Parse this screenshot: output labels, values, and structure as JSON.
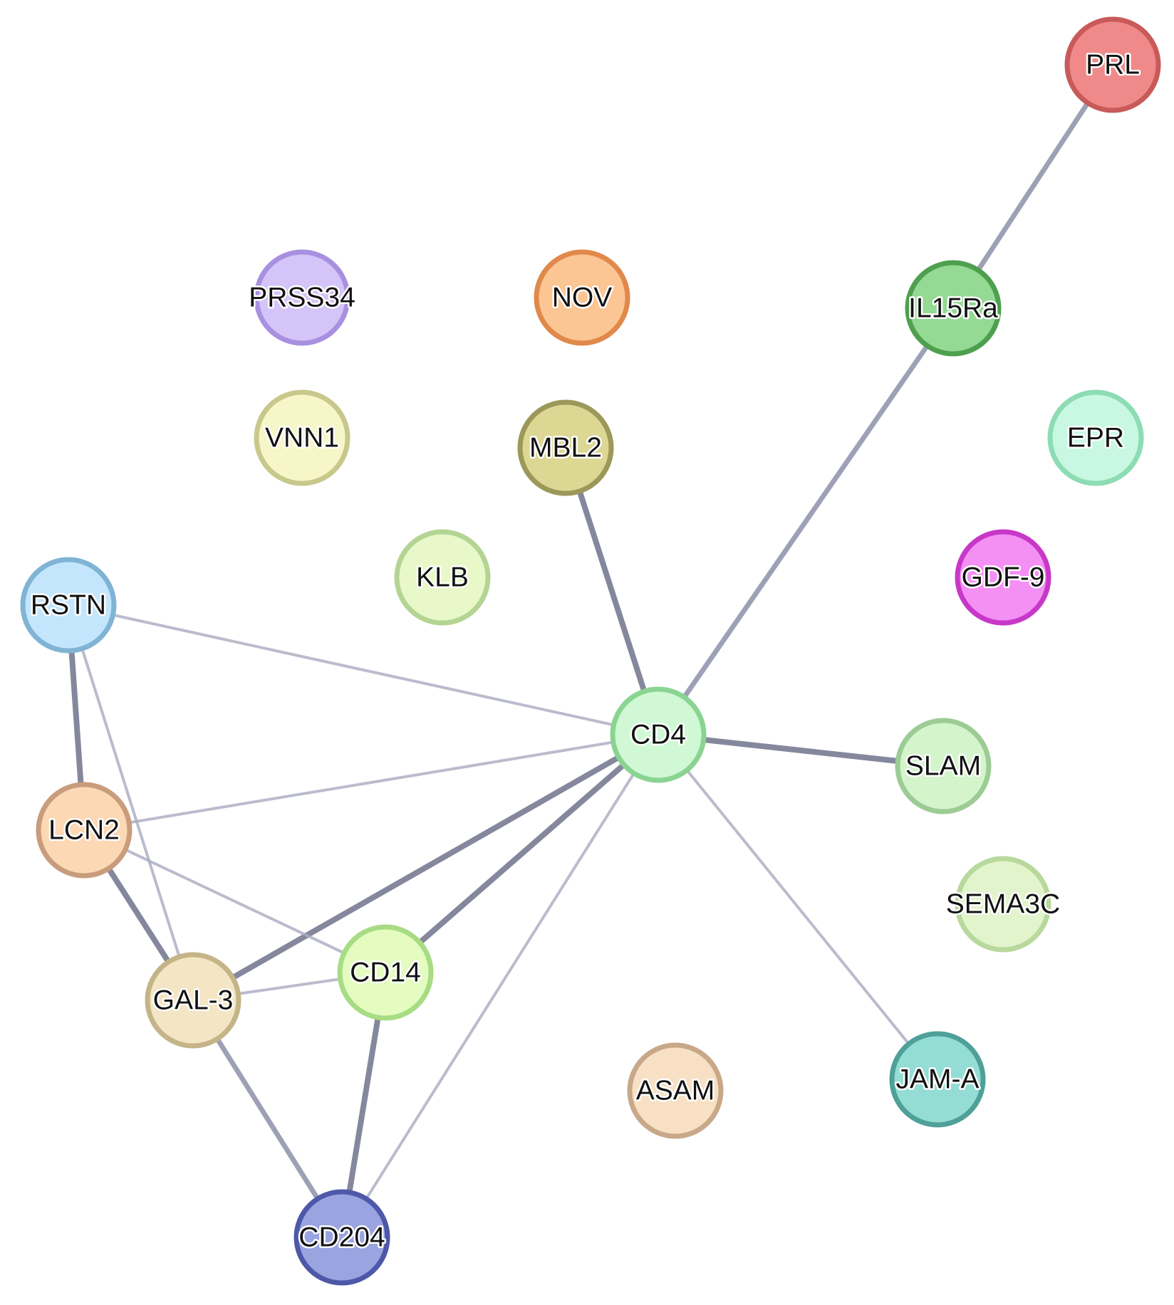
{
  "network": {
    "nodes": [
      {
        "id": "PRL",
        "label": "PRL",
        "fill": "#f08a8a",
        "stroke": "#c85a5a"
      },
      {
        "id": "PRSS34",
        "label": "PRSS34",
        "fill": "#d4c4f8",
        "stroke": "#a890e0"
      },
      {
        "id": "NOV",
        "label": "NOV",
        "fill": "#fcc594",
        "stroke": "#e0894a"
      },
      {
        "id": "IL15Ra",
        "label": "IL15Ra",
        "fill": "#94d994",
        "stroke": "#4ea04e"
      },
      {
        "id": "VNN1",
        "label": "VNN1",
        "fill": "#f6f6c8",
        "stroke": "#c8c88c"
      },
      {
        "id": "MBL2",
        "label": "MBL2",
        "fill": "#dcd894",
        "stroke": "#9c985a"
      },
      {
        "id": "EPR",
        "label": "EPR",
        "fill": "#c8f8e2",
        "stroke": "#8cdcb4"
      },
      {
        "id": "KLB",
        "label": "KLB",
        "fill": "#e8f8c8",
        "stroke": "#b4d494"
      },
      {
        "id": "GDF-9",
        "label": "GDF-9",
        "fill": "#f490f4",
        "stroke": "#c838c8"
      },
      {
        "id": "RSTN",
        "label": "RSTN",
        "fill": "#c4e6fc",
        "stroke": "#80b4d4"
      },
      {
        "id": "CD4",
        "label": "CD4",
        "fill": "#d0f8d4",
        "stroke": "#8ad492"
      },
      {
        "id": "SLAM",
        "label": "SLAM",
        "fill": "#d4f4cc",
        "stroke": "#9ccc94"
      },
      {
        "id": "LCN2",
        "label": "LCN2",
        "fill": "#fcd8b4",
        "stroke": "#c89c7c"
      },
      {
        "id": "SEMA3C",
        "label": "SEMA3C",
        "fill": "#e2f4cc",
        "stroke": "#b8d89c"
      },
      {
        "id": "CD14",
        "label": "CD14",
        "fill": "#e4fcc0",
        "stroke": "#a8dc84"
      },
      {
        "id": "GAL-3",
        "label": "GAL-3",
        "fill": "#f4e6c4",
        "stroke": "#c4b488"
      },
      {
        "id": "ASAM",
        "label": "ASAM",
        "fill": "#f8e0c4",
        "stroke": "#c8a888"
      },
      {
        "id": "JAM-A",
        "label": "JAM-A",
        "fill": "#94ddd4",
        "stroke": "#4ea098"
      },
      {
        "id": "CD204",
        "label": "CD204",
        "fill": "#9aa4e0",
        "stroke": "#4e58a8"
      }
    ],
    "edges": [
      {
        "source": "PRL",
        "target": "IL15Ra",
        "weight": "medium"
      },
      {
        "source": "IL15Ra",
        "target": "CD4",
        "weight": "medium"
      },
      {
        "source": "MBL2",
        "target": "CD4",
        "weight": "strong"
      },
      {
        "source": "CD4",
        "target": "SLAM",
        "weight": "strong"
      },
      {
        "source": "RSTN",
        "target": "CD4",
        "weight": "weak"
      },
      {
        "source": "LCN2",
        "target": "CD4",
        "weight": "weak"
      },
      {
        "source": "GAL-3",
        "target": "CD4",
        "weight": "strong"
      },
      {
        "source": "CD14",
        "target": "CD4",
        "weight": "strong"
      },
      {
        "source": "CD204",
        "target": "CD4",
        "weight": "weak"
      },
      {
        "source": "CD4",
        "target": "JAM-A",
        "weight": "weak"
      },
      {
        "source": "RSTN",
        "target": "LCN2",
        "weight": "strong"
      },
      {
        "source": "RSTN",
        "target": "GAL-3",
        "weight": "weak"
      },
      {
        "source": "LCN2",
        "target": "GAL-3",
        "weight": "strong"
      },
      {
        "source": "LCN2",
        "target": "CD14",
        "weight": "weak"
      },
      {
        "source": "GAL-3",
        "target": "CD14",
        "weight": "weak"
      },
      {
        "source": "GAL-3",
        "target": "CD204",
        "weight": "medium"
      },
      {
        "source": "CD14",
        "target": "CD204",
        "weight": "strong"
      }
    ]
  }
}
